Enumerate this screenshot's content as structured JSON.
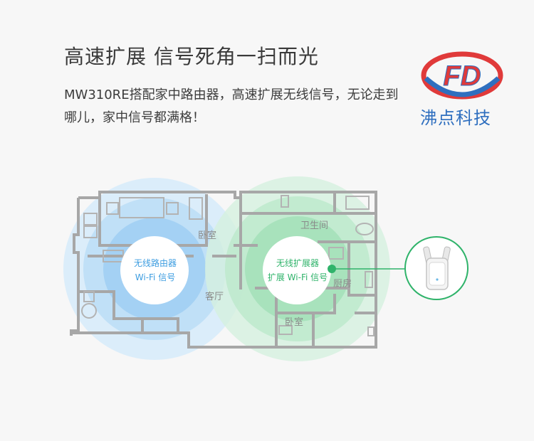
{
  "headline": "高速扩展 信号死角一扫而光",
  "description": {
    "line1": "MW310RE搭配家中路由器，高速扩展无线信号，无论走到",
    "line2": "哪儿，家中信号都满格！"
  },
  "brand": {
    "name": "沸点科技",
    "logo_letters": "FD",
    "colors": {
      "red": "#e03a3a",
      "blue": "#2f6fbf"
    }
  },
  "rooms": {
    "bedroom_top": "卧室",
    "living_room": "客厅",
    "bathroom": "卫生间",
    "kitchen": "厨房",
    "bedroom_bottom": "卧室"
  },
  "coverage": {
    "router": {
      "line1": "无线路由器",
      "line2": "Wi-Fi 信号",
      "color": "#3d9de0"
    },
    "extender": {
      "line1": "无线扩展器",
      "line2": "扩展 Wi-Fi 信号",
      "color": "#2fb36a"
    }
  }
}
